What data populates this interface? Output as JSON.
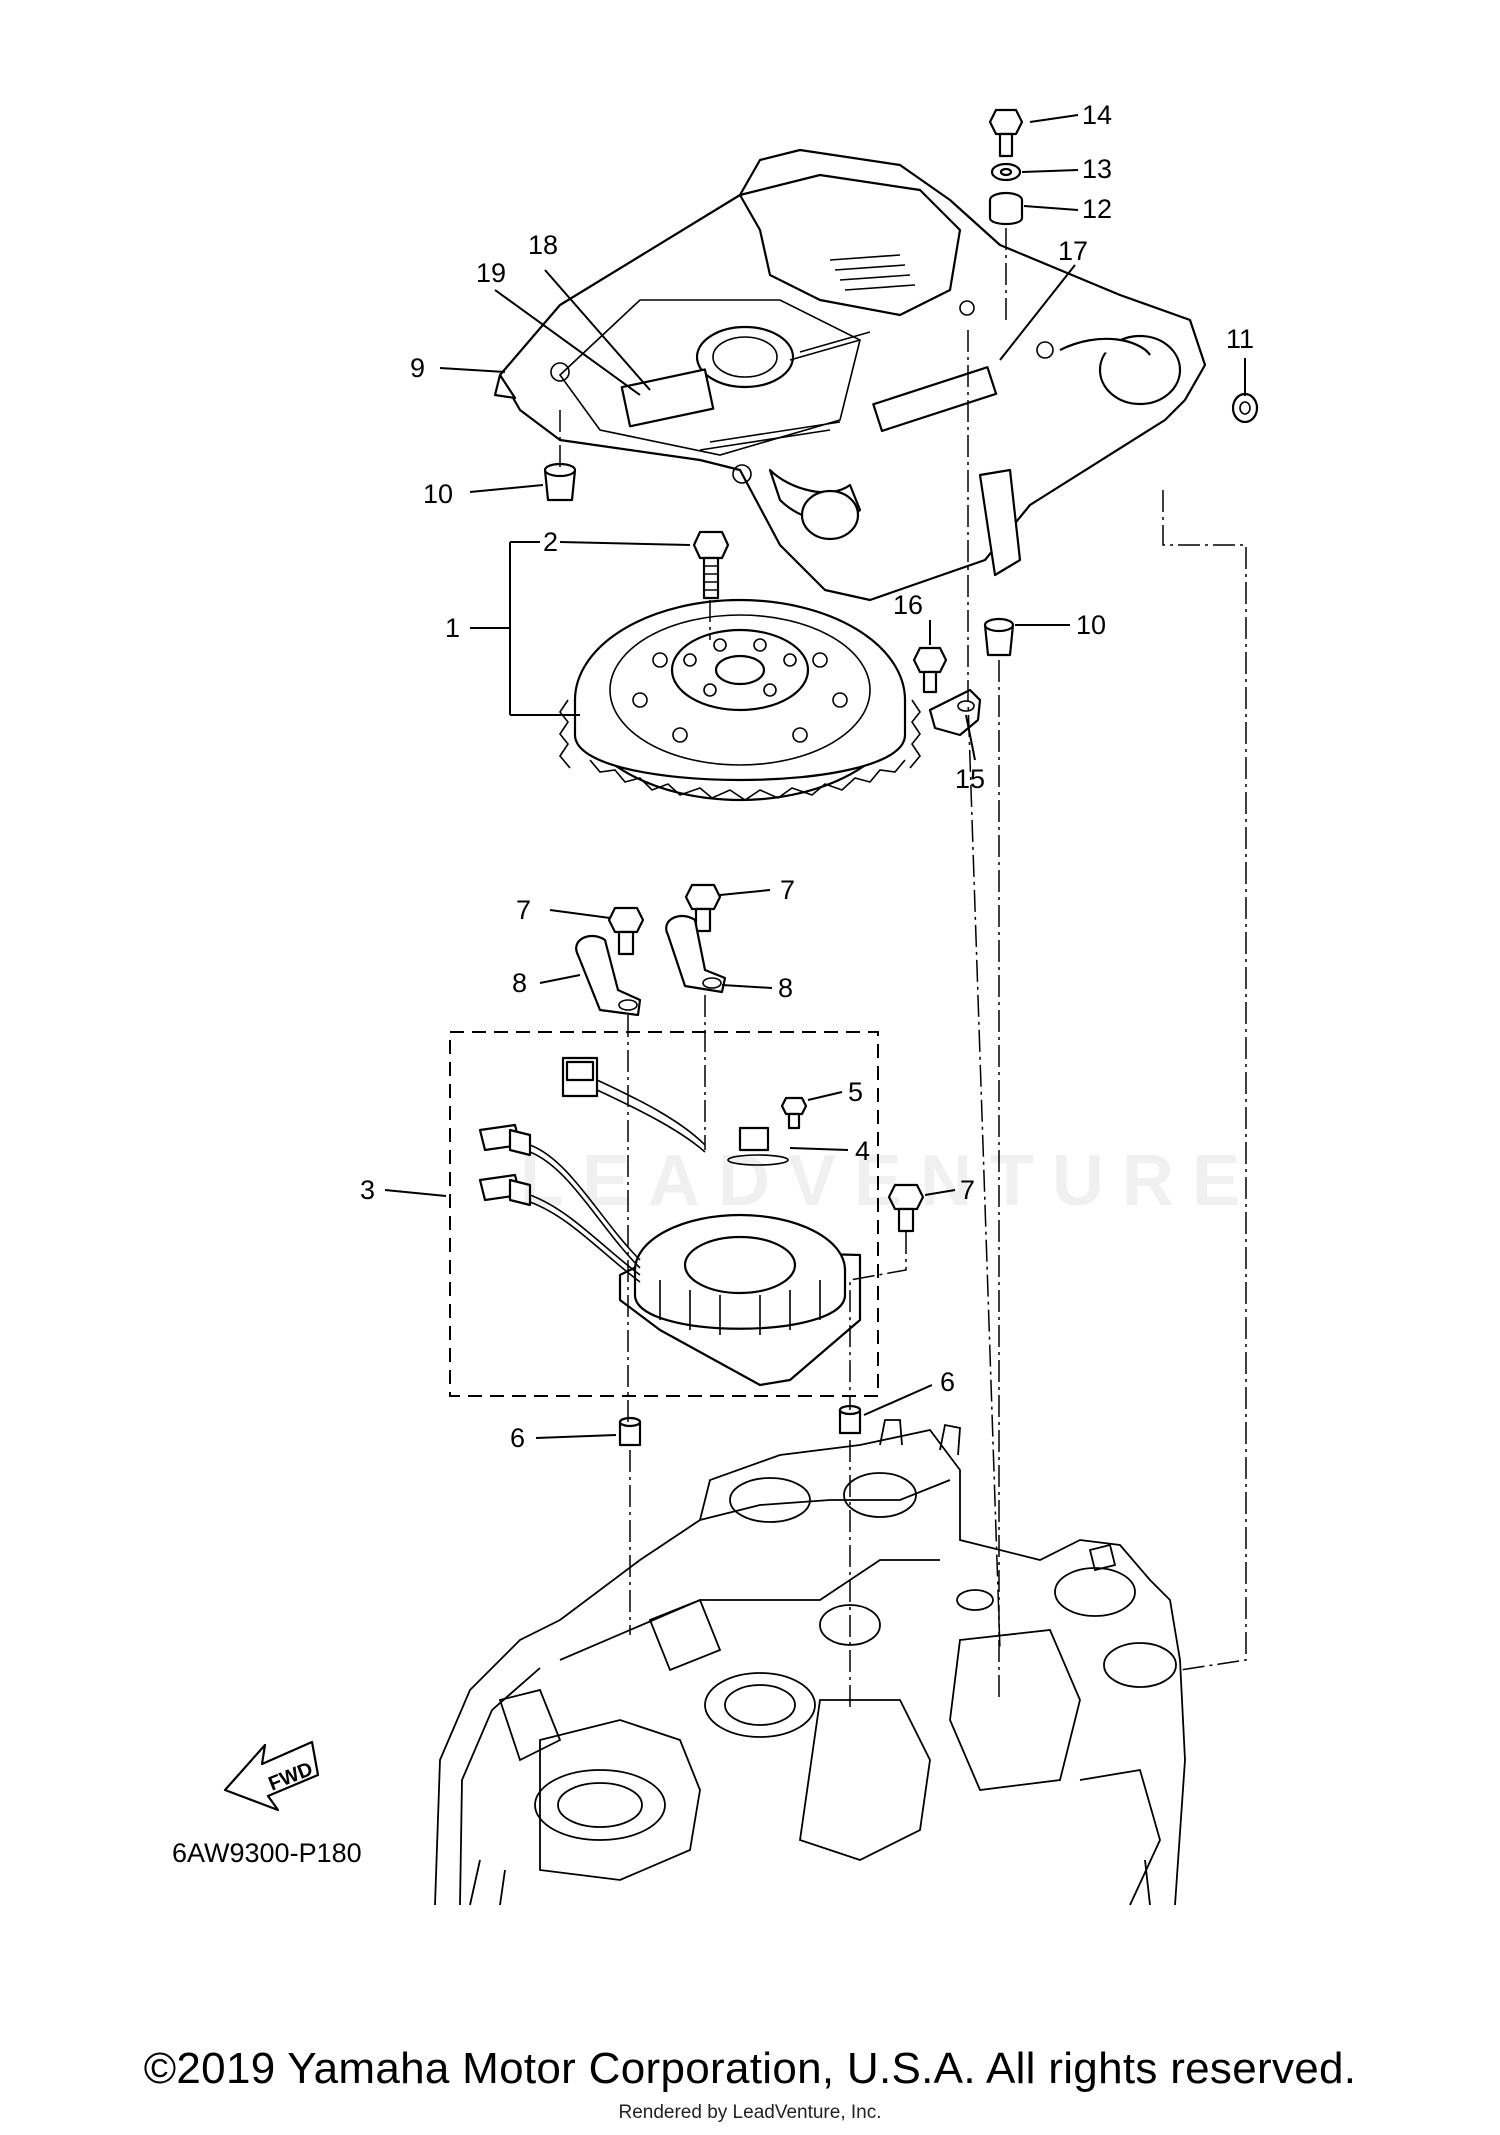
{
  "diagram": {
    "code": "6AW9300-P180",
    "fwd_label": "FWD",
    "watermark_text": "LEADVENTURE",
    "callouts": {
      "c1": "1",
      "c2": "2",
      "c3": "3",
      "c4": "4",
      "c5": "5",
      "c6a": "6",
      "c6b": "6",
      "c7a": "7",
      "c7b": "7",
      "c7c": "7",
      "c8a": "8",
      "c8b": "8",
      "c9": "9",
      "c10a": "10",
      "c10b": "10",
      "c11": "11",
      "c12": "12",
      "c13": "13",
      "c14": "14",
      "c15": "15",
      "c16": "16",
      "c17": "17",
      "c18": "18",
      "c19": "19"
    }
  },
  "footer": {
    "copyright": "©2019 Yamaha Motor Corporation, U.S.A. All rights reserved.",
    "rendered_by": "Rendered by LeadVenture, Inc."
  }
}
